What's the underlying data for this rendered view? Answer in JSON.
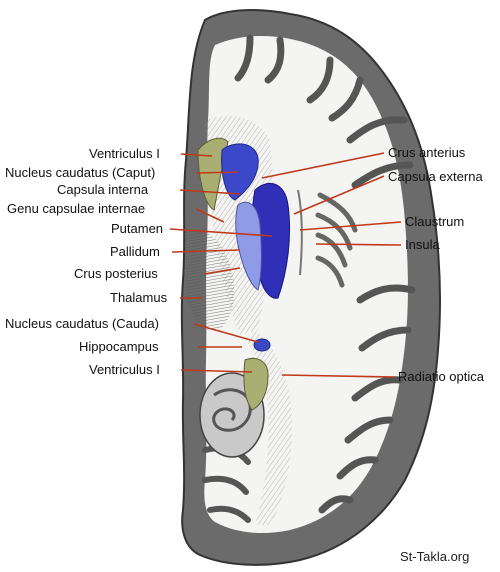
{
  "labels_left": [
    "Ventriculus I",
    "Nucleus caudatus (Caput)",
    "Capsula interna",
    "Genu capsulae internae",
    "Putamen",
    "Pallidum",
    "Crus posterius",
    "Thalamus",
    "Nucleus caudatus (Cauda)",
    "Hippocampus",
    "Ventriculus I"
  ],
  "labels_right": [
    "Crus anterius",
    "Capsula externa",
    "Claustrum",
    "Insula",
    "Radiatio optica"
  ],
  "watermark": "St-Takla.org",
  "colors": {
    "leader": "#c0391b",
    "ventricle": "#a9ae73",
    "caudate": "#3b49c9",
    "putamen": "#2f2fb8",
    "pallidum": "#8f9be6",
    "cortex": "#6b6b6b",
    "white_matter": "#f4f4f2"
  }
}
